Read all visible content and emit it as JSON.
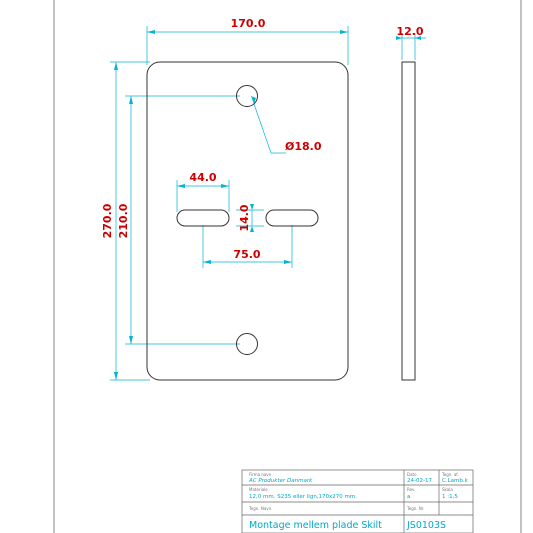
{
  "drawing": {
    "plate_width": "170.0",
    "plate_height": "270.0",
    "hole_spacing": "210.0",
    "thickness": "12.0",
    "hole_diameter": "Ø18.0",
    "slot_length": "44.0",
    "slot_width": "14.0",
    "slot_spacing": "75.0"
  },
  "title_block": {
    "company_label": "Firma navn",
    "company": "AC Produkter Danmark",
    "date_label": "Dato",
    "date": "24-02-17",
    "drawn_label": "Tegn. af.",
    "drawn_by": "C.Lamb.k",
    "material_label": "Materiale",
    "material": "12,0 mm. S235 eller lign,170x270 mm.",
    "rev_label": "Rev.",
    "rev": "a",
    "scale_label": "Skala",
    "scale": "1 :1,5",
    "name_label": "Tegn. Navn.",
    "name": "Montage mellem plade Skilt",
    "number_label": "Tegn. Nr.",
    "number": "JS0103S"
  },
  "colors": {
    "outline": "#333333",
    "dimension_line": "#00b4d4",
    "dimension_text": "#cc0000",
    "title_text": "#00a8c8"
  }
}
